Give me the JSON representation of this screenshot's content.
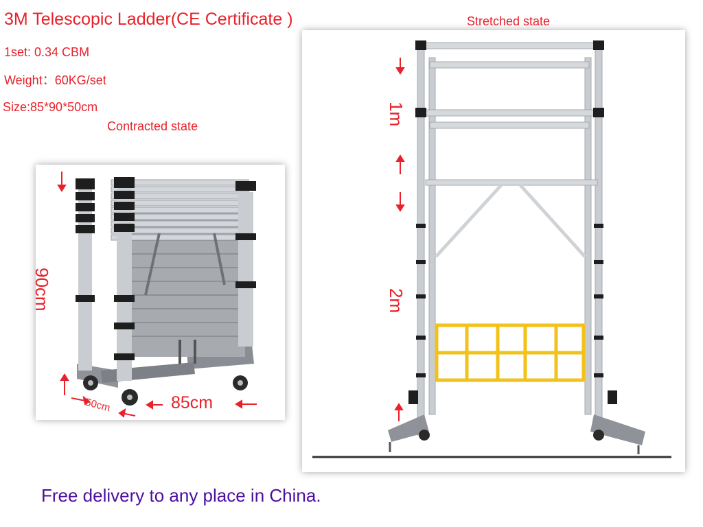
{
  "title": "3M Telescopic Ladder(CE  Certificate )",
  "specs": {
    "volume": "1set: 0.34 CBM",
    "weight": "Weight：60KG/set",
    "size": "Size:85*90*50cm"
  },
  "contracted": {
    "caption": "Contracted state",
    "height_label": "90cm",
    "depth_label": "50cm",
    "width_label": "85cm"
  },
  "stretched": {
    "caption": "Stretched state",
    "upper_label": "1m",
    "lower_label": "2m"
  },
  "footer": "Free delivery to any place in China.",
  "colors": {
    "label_red": "#e8212b",
    "footer_purple": "#4b0fa0",
    "guard_yellow": "#f2c21b",
    "aluminium": "#c9cdd1",
    "clamp_black": "#1e1e1e"
  }
}
